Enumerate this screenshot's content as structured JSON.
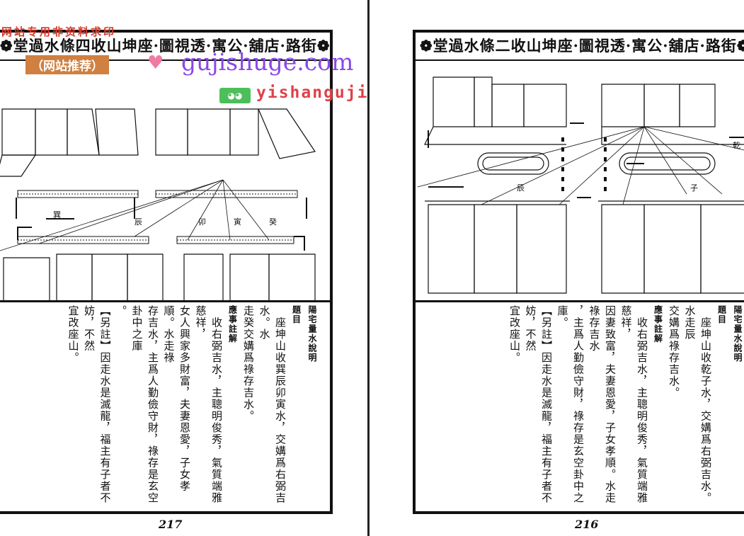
{
  "left_page": {
    "title": "❁堂過水條四收山坤座·圖視透·寓公·舖店·路街❁",
    "diagram_labels": [
      "巽",
      "辰",
      "卯",
      "寅",
      "癸"
    ],
    "heading": "陽宅量水說明",
    "columns": [
      "題目",
      "　座坤山收巽辰卯寅水，交媾爲右弼吉水。水",
      "走癸交媾爲祿存吉水。",
      "應事註解",
      "　收右弼吉水，主聰明俊秀，氣質端雅慈祥，",
      "女人興家多財富，夫妻恩愛，子女孝順。水走祿",
      "存吉水，主爲人勤儉守財，祿存是玄空卦中之庫",
      "。",
      "【另註】因走水是滅龍，福主有子者不妨，不然",
      "宜改座山。"
    ],
    "page_number": "217"
  },
  "right_page": {
    "title": "❁堂過水條二收山坤座·圖視透·寓公·舖店·路街❁",
    "diagram_labels": [
      "乾",
      "辰",
      "子"
    ],
    "heading": "陽宅量水說明",
    "columns": [
      "題目",
      "　座坤山收乾子水，交媾爲右弼吉水。水走辰",
      "交媾爲祿存吉水。",
      "應事註解",
      "　收右弼吉水，主聰明俊秀，氣質端雅慈祥，",
      "因妻致富，夫妻恩愛，子女孝順。水走祿存吉水",
      "，主爲人勤儉守財，祿存是玄空卦中之庫。",
      "【另註】因走水是滅龍，福主有子者不妨，不然",
      "宜改座山。"
    ],
    "page_number": "216"
  },
  "watermarks": {
    "red_banner": "网站专用非资料求印",
    "tag": "（网站推荐）",
    "url": "gujishuge.com",
    "wechat": "yishanguji"
  }
}
